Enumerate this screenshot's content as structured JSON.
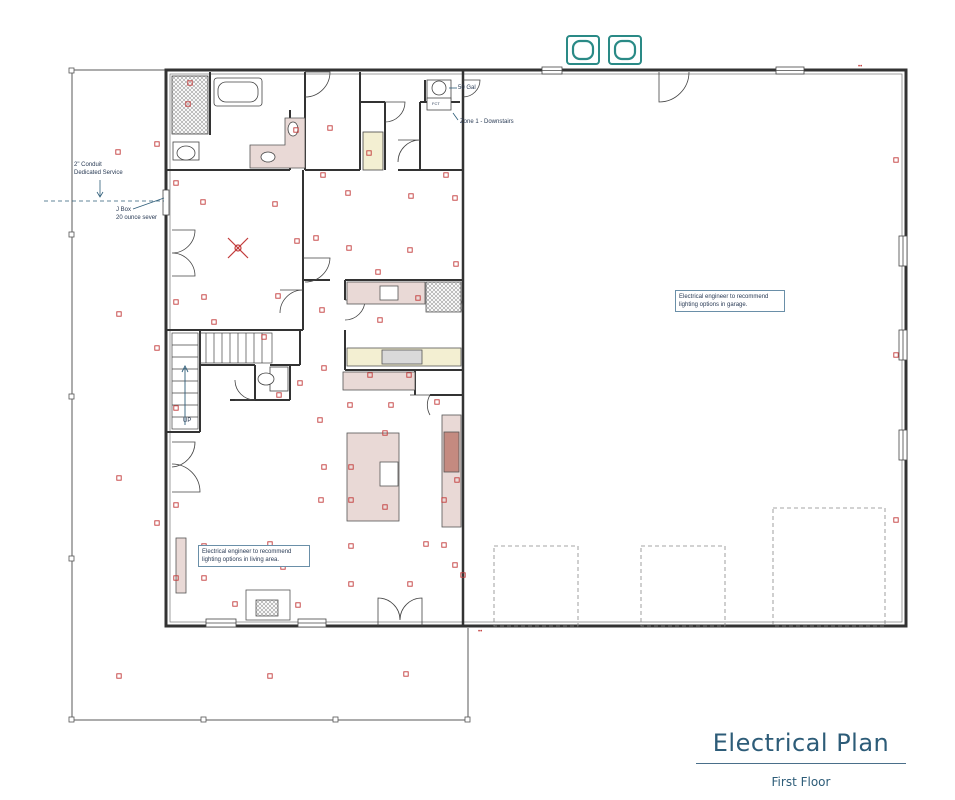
{
  "title_block": {
    "title": "Electrical Plan",
    "subtitle": "First Floor"
  },
  "annotations": {
    "conduit_line1": "2\" Conduit",
    "conduit_line2": "Dedicated Service",
    "jbox_line1": "J Box",
    "jbox_line2": "20 ounce sever",
    "water_heater": "50 Gal",
    "hvac_zone": "Zone 1 - Downstairs",
    "hvac_tag": "FCT",
    "stairs_label": "UP",
    "garage_note_line1": "Electrical engineer to recommend",
    "garage_note_line2": "lighting options in garage.",
    "living_note_line1": "Electrical engineer to recommend",
    "living_note_line2": "lighting options in living area."
  },
  "colors": {
    "wall": "#3a3a3a",
    "fixture": "#c23b3b",
    "dimension": "#7a8fa3",
    "accent": "#2d5c78",
    "counter": "#e9d9d6",
    "hatch": "#cfcfcf"
  },
  "icons": [
    "outlet-symbol",
    "switch-symbol",
    "ceiling-fan-symbol",
    "door-swing",
    "car-outline",
    "stair-arrow"
  ]
}
